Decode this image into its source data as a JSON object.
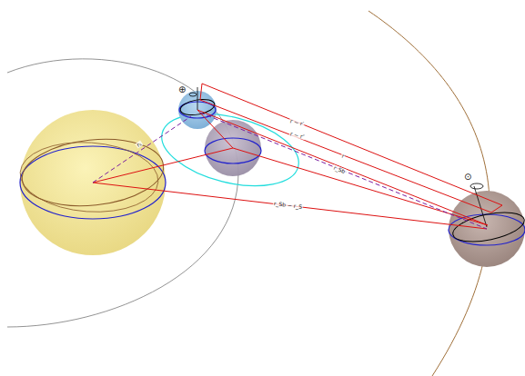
{
  "diagram": {
    "labels": [
      "⊕",
      "⊙",
      "r − r′",
      "r − r″",
      "rₛ",
      "r",
      "r_Sb",
      "r_Sb − r_S"
    ]
  }
}
